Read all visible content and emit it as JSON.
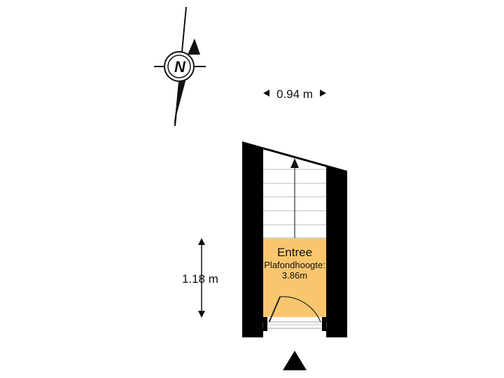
{
  "compass": {
    "letter": "N",
    "icon": "north-compass-icon"
  },
  "dimensions": {
    "width_label": "0.94 m",
    "height_label": "1.18 m"
  },
  "room": {
    "name": "Entree",
    "ceiling_label": "Plafondhoogte:",
    "ceiling_value": "3.86m"
  },
  "colors": {
    "room_fill": "#F9C66E",
    "wall": "#000000",
    "background": "#FFFFFF"
  },
  "icons": {
    "stair_arrow": "up-arrow-icon",
    "entrance_marker": "entrance-triangle-icon"
  }
}
